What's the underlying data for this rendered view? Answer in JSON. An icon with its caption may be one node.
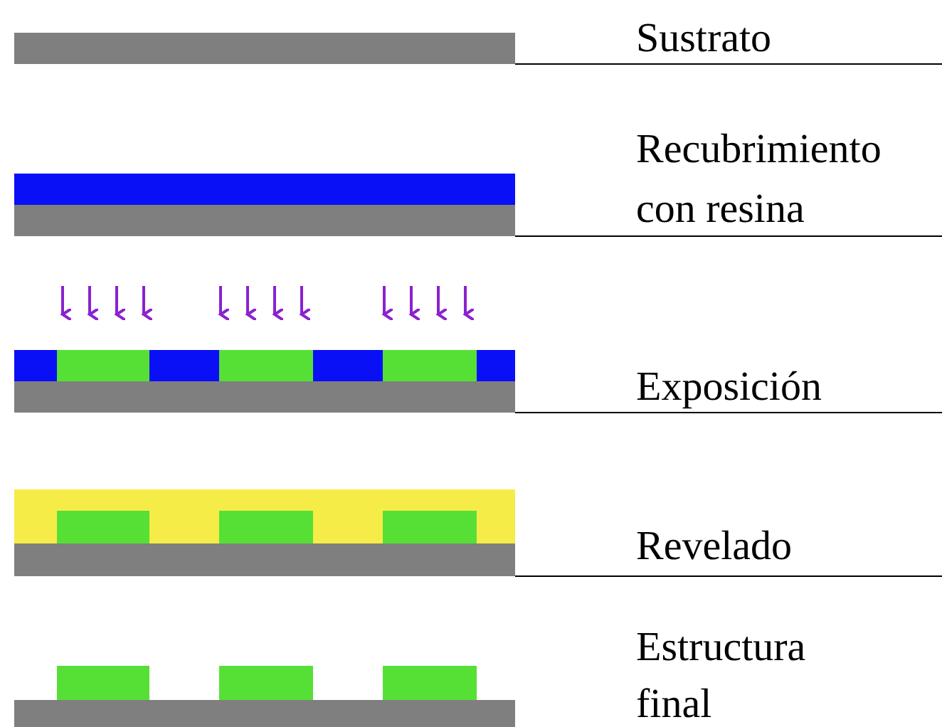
{
  "diagram": {
    "labels": [
      "Sustrato",
      "Recubrimiento con resina",
      "Exposición",
      "Revelado",
      "Estructura final"
    ]
  }
}
